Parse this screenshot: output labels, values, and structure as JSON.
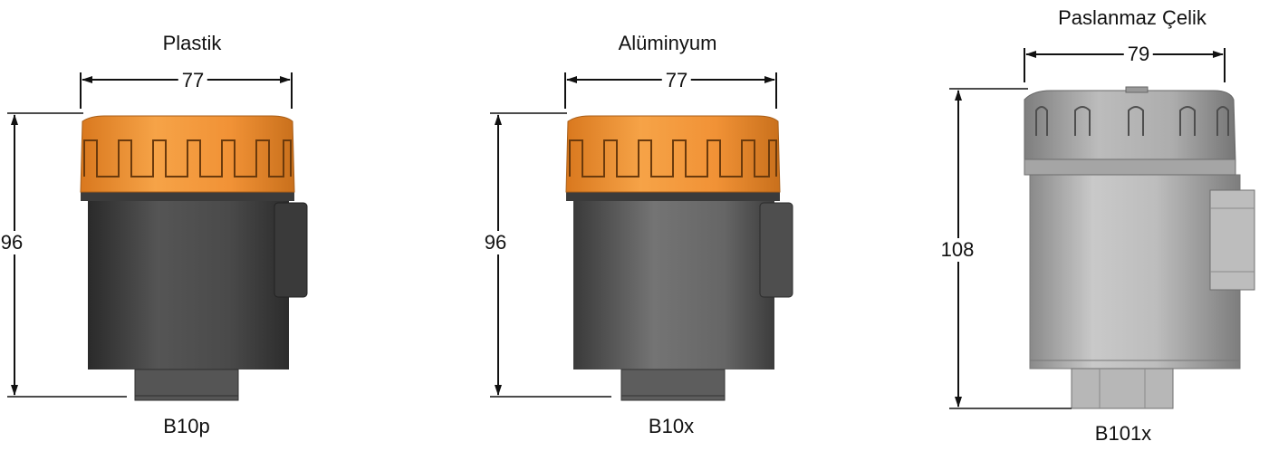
{
  "variants": [
    {
      "material": "Plastik",
      "width": "77",
      "height": "96",
      "model": "B10p",
      "cap_color": "#f0952e",
      "body_color": "#4e4e4e"
    },
    {
      "material": "Alüminyum",
      "width": "77",
      "height": "96",
      "model": "B10x",
      "cap_color": "#f0952e",
      "body_color": "#6a6a6a"
    },
    {
      "material": "Paslanmaz Çelik",
      "width": "79",
      "height": "108",
      "model": "B101x",
      "cap_color": "#a9a9a9",
      "body_color": "#b9b9b9"
    }
  ]
}
